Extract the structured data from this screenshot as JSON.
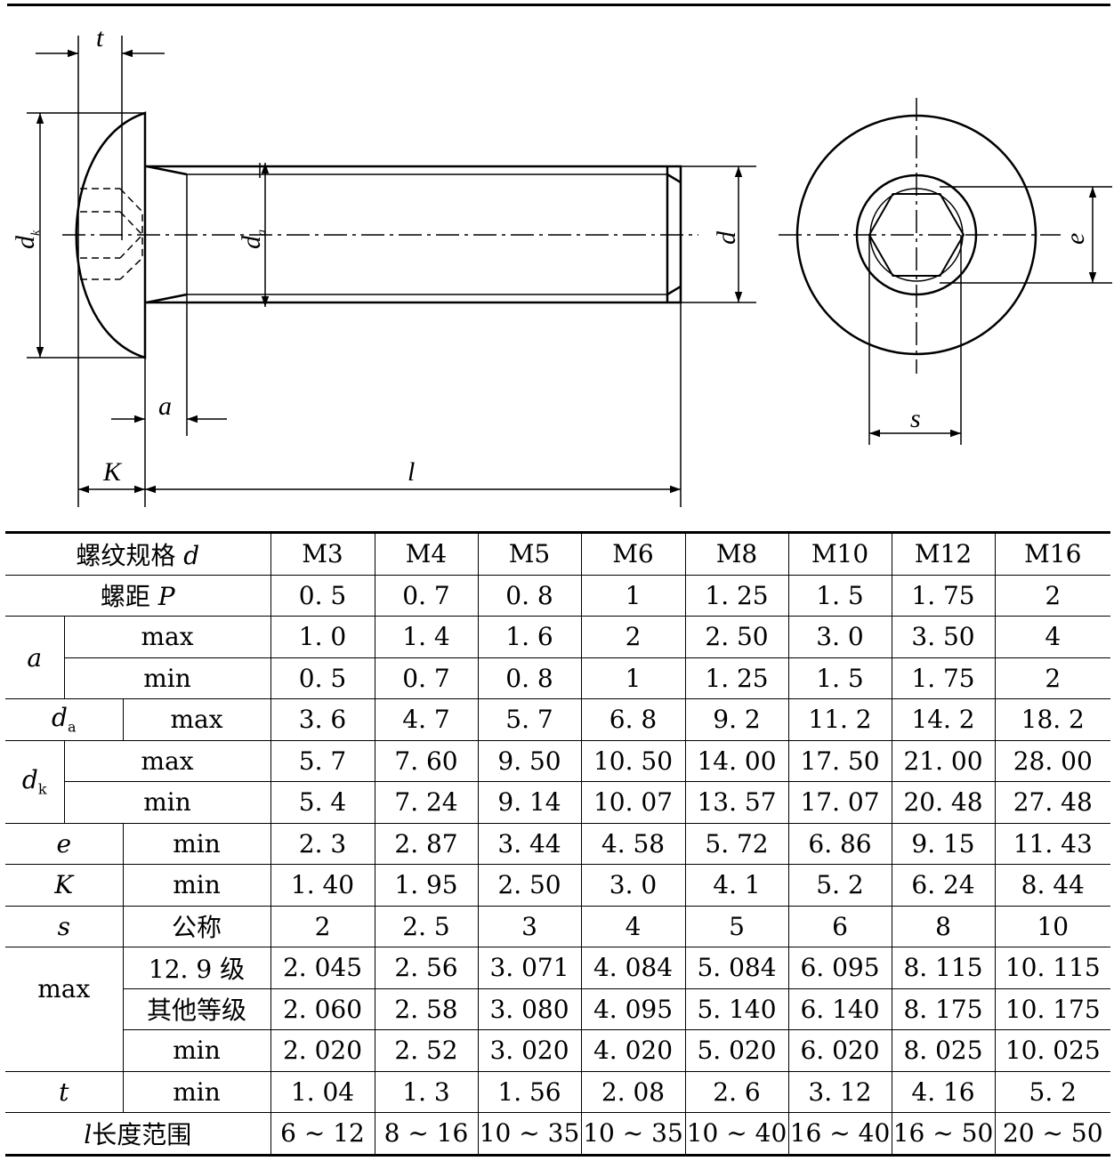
{
  "drawing_labels": {
    "t": "t",
    "dk": "d",
    "dk_sub": "k",
    "da": "d",
    "da_sub": "a",
    "d": "d",
    "e": "e",
    "s": "s",
    "a": "a",
    "K": "K",
    "l": "l"
  },
  "table": {
    "header": {
      "label": "螺纹规格",
      "symbol": "d",
      "values": [
        "M3",
        "M4",
        "M5",
        "M6",
        "M8",
        "M10",
        "M12",
        "M16"
      ]
    },
    "pitch": {
      "label": "螺距",
      "symbol": "P",
      "values": [
        "0. 5",
        "0. 7",
        "0. 8",
        "1",
        "1. 25",
        "1. 5",
        "1. 75",
        "2"
      ]
    },
    "a": {
      "symbol": "a",
      "max": {
        "label": "max",
        "values": [
          "1. 0",
          "1. 4",
          "1. 6",
          "2",
          "2. 50",
          "3. 0",
          "3. 50",
          "4"
        ]
      },
      "min": {
        "label": "min",
        "values": [
          "0. 5",
          "0. 7",
          "0. 8",
          "1",
          "1. 25",
          "1. 5",
          "1. 75",
          "2"
        ]
      }
    },
    "da": {
      "symbol": "d",
      "sub": "a",
      "label": "max",
      "values": [
        "3. 6",
        "4. 7",
        "5. 7",
        "6. 8",
        "9. 2",
        "11. 2",
        "14. 2",
        "18. 2"
      ]
    },
    "dk": {
      "symbol": "d",
      "sub": "k",
      "max": {
        "label": "max",
        "values": [
          "5. 7",
          "7. 60",
          "9. 50",
          "10. 50",
          "14. 00",
          "17. 50",
          "21. 00",
          "28. 00"
        ]
      },
      "min": {
        "label": "min",
        "values": [
          "5. 4",
          "7. 24",
          "9. 14",
          "10. 07",
          "13. 57",
          "17. 07",
          "20. 48",
          "27. 48"
        ]
      }
    },
    "e": {
      "symbol": "e",
      "label": "min",
      "values": [
        "2. 3",
        "2. 87",
        "3. 44",
        "4. 58",
        "5. 72",
        "6. 86",
        "9. 15",
        "11. 43"
      ]
    },
    "K": {
      "symbol": "K",
      "label": "min",
      "values": [
        "1. 40",
        "1. 95",
        "2. 50",
        "3. 0",
        "4. 1",
        "5. 2",
        "6. 24",
        "8. 44"
      ]
    },
    "s": {
      "symbol": "s",
      "label": "公称",
      "values": [
        "2",
        "2. 5",
        "3",
        "4",
        "5",
        "6",
        "8",
        "10"
      ]
    },
    "s_max": {
      "label": "max",
      "g129": {
        "label": "12. 9 级",
        "values": [
          "2. 045",
          "2. 56",
          "3. 071",
          "4. 084",
          "5. 084",
          "6. 095",
          "8. 115",
          "10. 115"
        ]
      },
      "other": {
        "label": "其他等级",
        "values": [
          "2. 060",
          "2. 58",
          "3. 080",
          "4. 095",
          "5. 140",
          "6. 140",
          "8. 175",
          "10. 175"
        ]
      }
    },
    "s_min": {
      "label": "min",
      "values": [
        "2. 020",
        "2. 52",
        "3. 020",
        "4. 020",
        "5. 020",
        "6. 020",
        "8. 025",
        "10. 025"
      ]
    },
    "t": {
      "symbol": "t",
      "label": "min",
      "values": [
        "1. 04",
        "1. 3",
        "1. 56",
        "2. 08",
        "2. 6",
        "3. 12",
        "4. 16",
        "5. 2"
      ]
    },
    "l": {
      "symbol": "l",
      "label": "长度范围",
      "values": [
        "6 ~ 12",
        "8 ~ 16",
        "10 ~ 35",
        "10 ~ 35",
        "10 ~ 40",
        "16 ~ 40",
        "16 ~ 50",
        "20 ~ 50"
      ]
    }
  }
}
